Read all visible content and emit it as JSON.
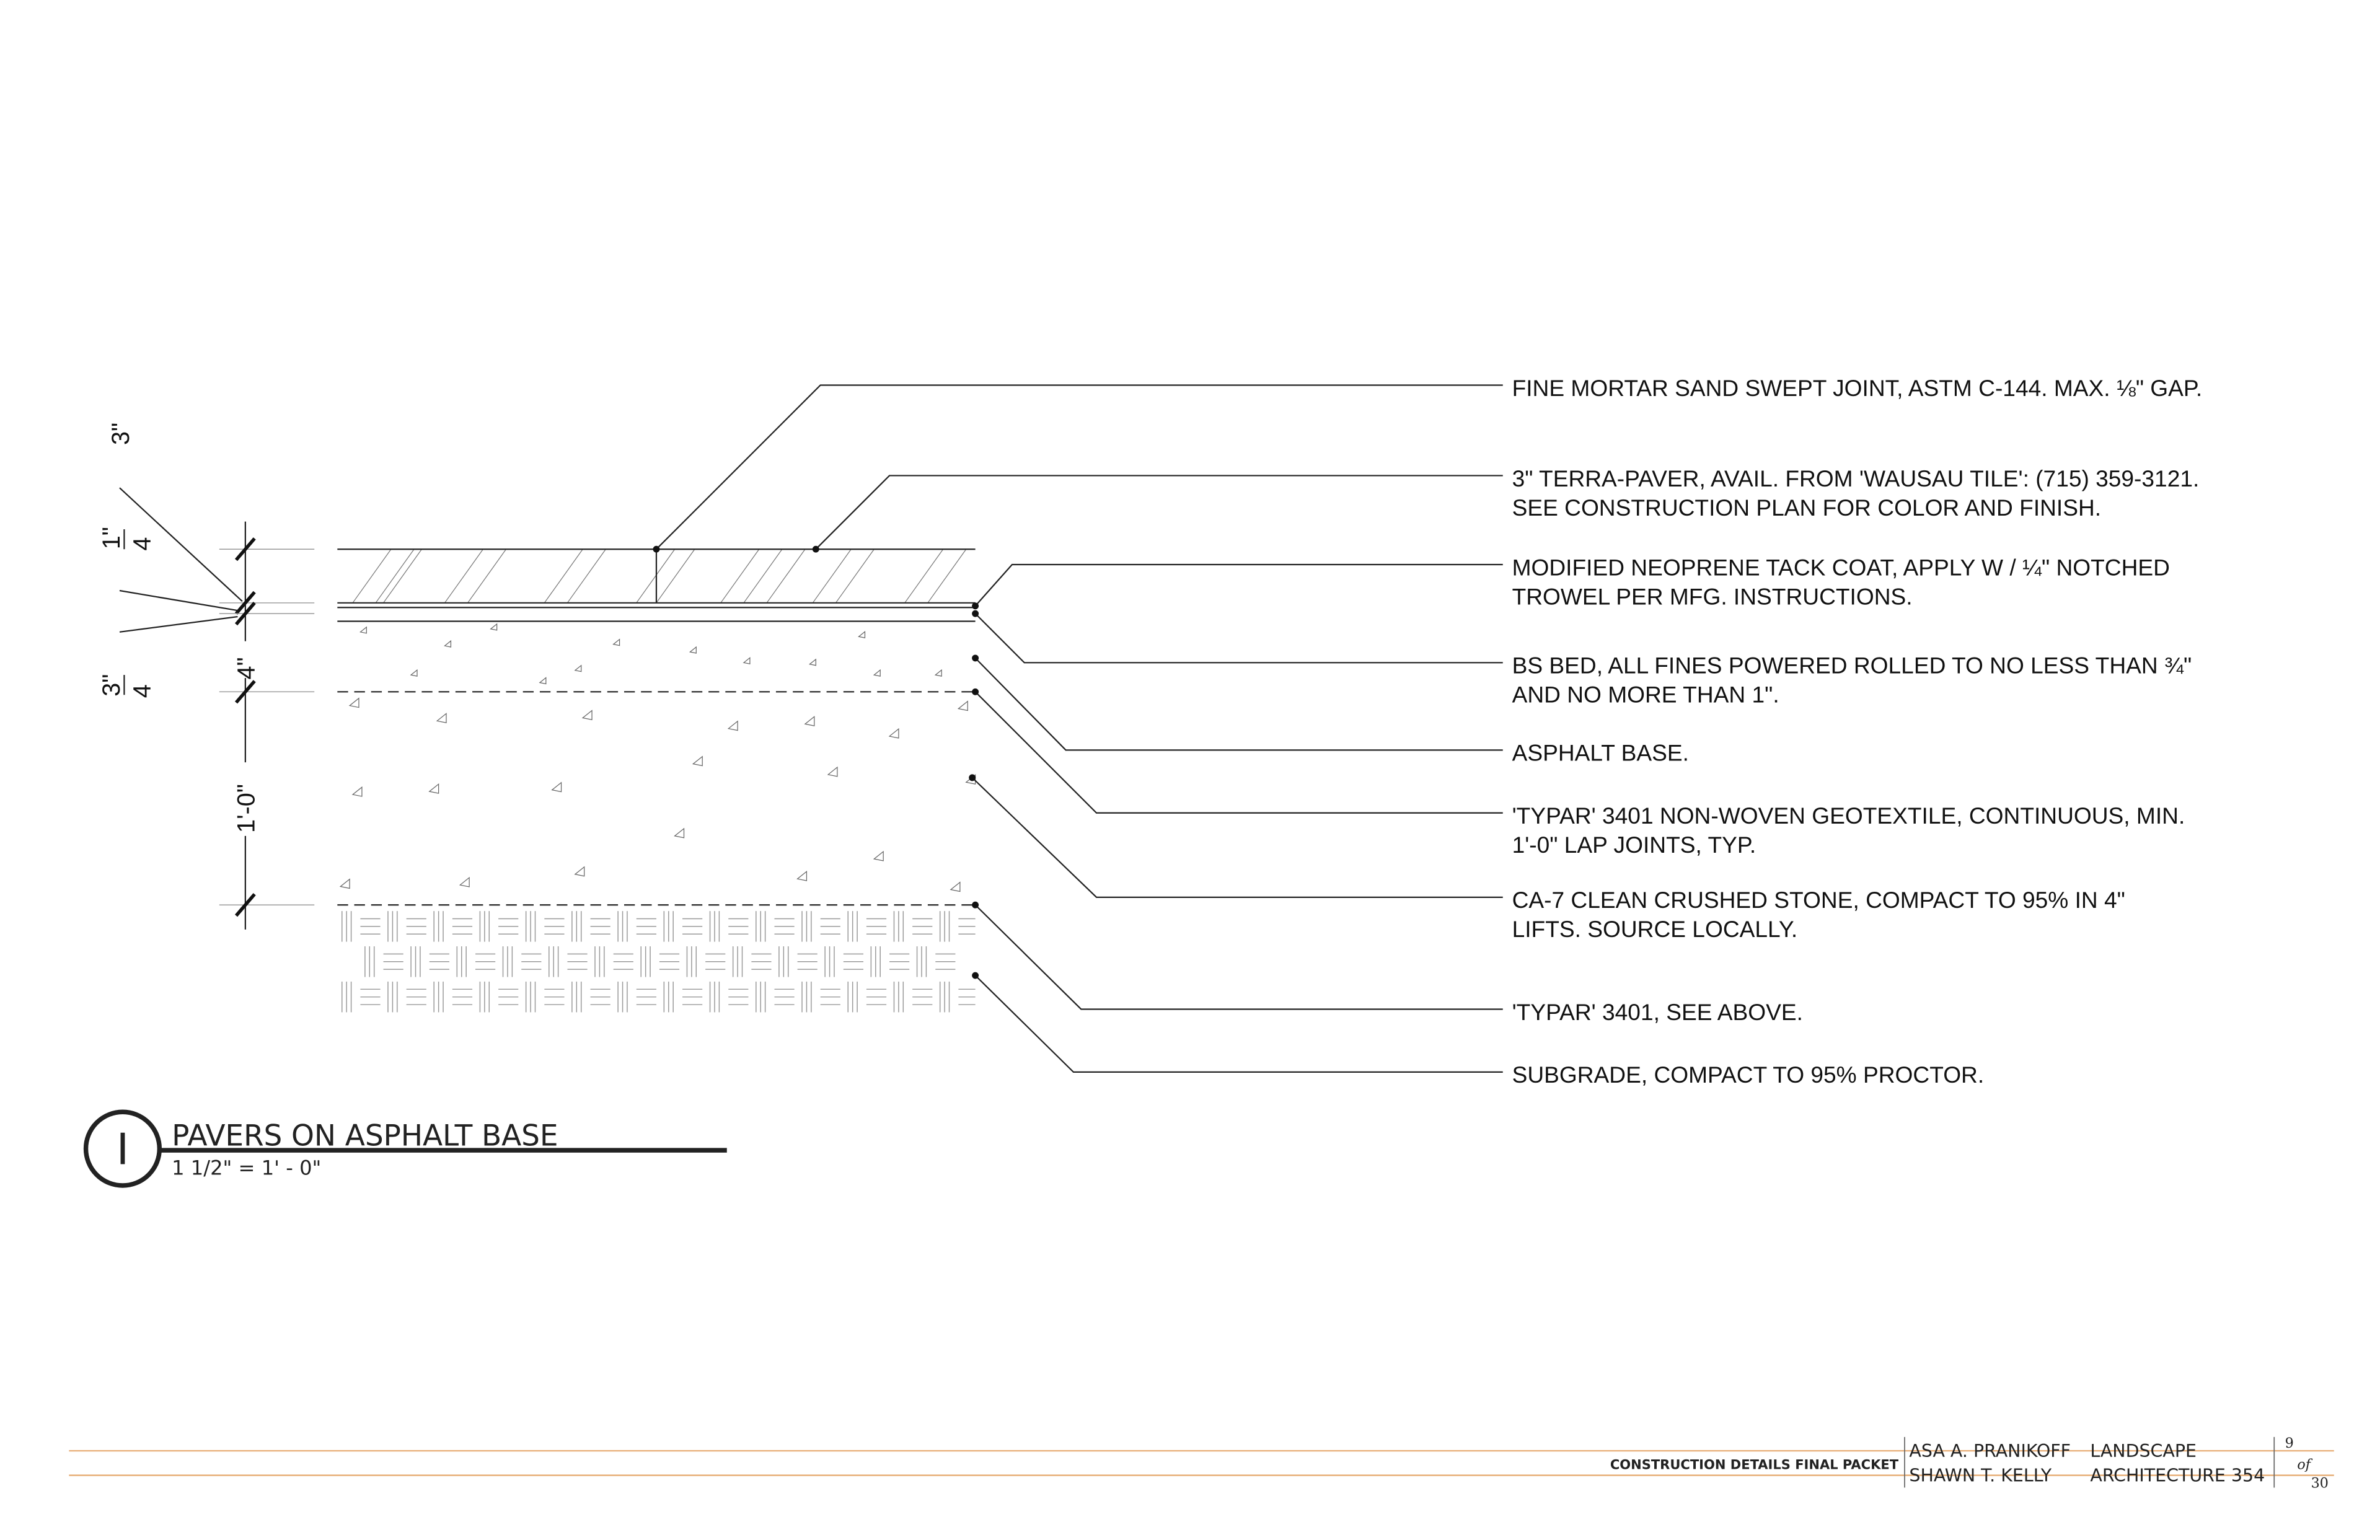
{
  "dimensions": {
    "paver": "3\"",
    "tack_num": "1\"",
    "tack_den": "4",
    "bed_num": "3\"",
    "bed_den": "4",
    "asphalt": "4\"",
    "stone": "1'-0\""
  },
  "callouts": [
    {
      "lines": [
        "FINE MORTAR SAND SWEPT JOINT, ASTM C-144.  MAX. ⅛\" GAP."
      ]
    },
    {
      "lines": [
        "3\" TERRA-PAVER, AVAIL. FROM 'WAUSAU TILE': (715) 359-3121.",
        "SEE CONSTRUCTION PLAN FOR COLOR AND FINISH."
      ]
    },
    {
      "lines": [
        "MODIFIED NEOPRENE TACK COAT, APPLY W / ¼\" NOTCHED",
        "TROWEL PER MFG. INSTRUCTIONS."
      ]
    },
    {
      "lines": [
        "BS BED, ALL FINES POWERED ROLLED TO NO LESS THAN ¾\"",
        "AND NO MORE THAN 1\"."
      ]
    },
    {
      "lines": [
        "ASPHALT BASE."
      ]
    },
    {
      "lines": [
        "'TYPAR' 3401 NON-WOVEN GEOTEXTILE, CONTINUOUS, MIN.",
        "1'-0\" LAP JOINTS, TYP."
      ]
    },
    {
      "lines": [
        "CA-7 CLEAN CRUSHED STONE, COMPACT TO 95% IN 4\"",
        "LIFTS.  SOURCE LOCALLY."
      ]
    },
    {
      "lines": [
        "'TYPAR' 3401, SEE ABOVE."
      ]
    },
    {
      "lines": [
        "SUBGRADE, COMPACT TO 95% PROCTOR."
      ]
    }
  ],
  "detail": {
    "number": "I",
    "title": "PAVERS ON ASPHALT BASE",
    "scale": "1 1/2\" = 1' - 0\""
  },
  "title_block": {
    "packet": "CONSTRUCTION DETAILS FINAL PACKET",
    "author1": "ASA A. PRANIKOFF",
    "author2": "SHAWN T. KELLY",
    "course1": "LANDSCAPE",
    "course2": "ARCHITECTURE 354",
    "sheet": "9",
    "of": "of",
    "total": "30"
  },
  "colors": {
    "rule": "#e8b07a"
  }
}
